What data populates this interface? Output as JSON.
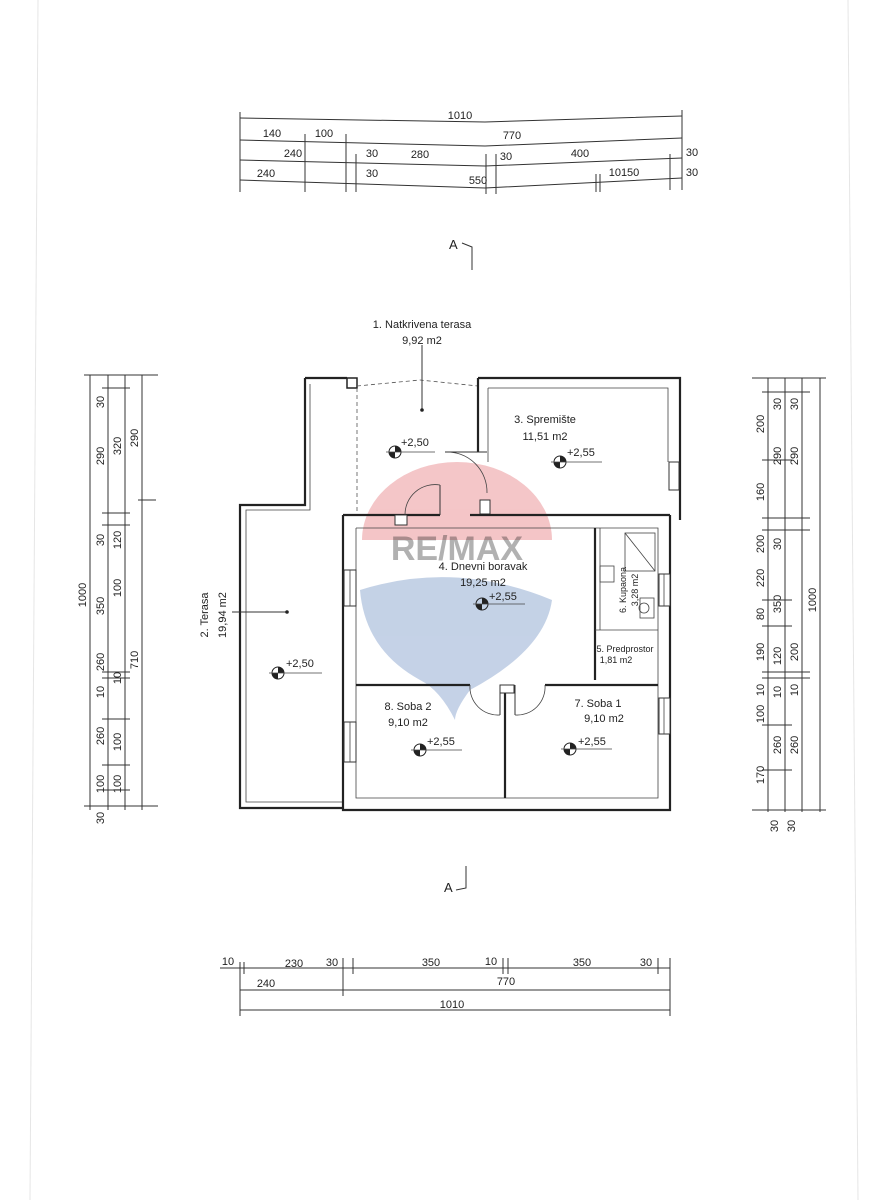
{
  "watermark": {
    "brand": "RE/MAX",
    "color_red": "#d9343a",
    "color_blue": "#2f5fa8"
  },
  "section_marks": {
    "top": "A",
    "bottom": "A"
  },
  "dims_top": {
    "row1": [
      "1010"
    ],
    "row2": [
      "140",
      "100",
      "770"
    ],
    "row3": [
      "240",
      "30",
      "280",
      "30",
      "400",
      "30"
    ],
    "row4": [
      "240",
      "30",
      "550",
      "10150",
      "30"
    ]
  },
  "dims_bottom": {
    "row1": [
      "10",
      "230",
      "30",
      "350",
      "10",
      "350",
      "30"
    ],
    "row2": [
      "240",
      "770"
    ],
    "row3": [
      "1010"
    ]
  },
  "dims_left": {
    "col1": [
      "1000",
      "30"
    ],
    "col2": [
      "30",
      "290",
      "30",
      "350",
      "260",
      "10",
      "260",
      "100"
    ],
    "col3": [
      "320",
      "120",
      "100",
      "10",
      "100",
      "100"
    ],
    "col4": [
      "290",
      "710"
    ]
  },
  "dims_right": {
    "col1": [
      "200",
      "160",
      "200",
      "220",
      "80",
      "190",
      "10",
      "100",
      "170",
      "30",
      "30"
    ],
    "col2": [
      "30",
      "290",
      "30",
      "350",
      "120",
      "10",
      "260"
    ],
    "col3": [
      "30",
      "290",
      "200",
      "10",
      "260"
    ],
    "col4": [
      "1000"
    ]
  },
  "rooms": [
    {
      "name": "1. Natkrivena terasa",
      "area": "9,92 m2",
      "level": "+2,50"
    },
    {
      "name": "2. Terasa",
      "area": "19,94 m2",
      "level": "+2,50"
    },
    {
      "name": "3. Spremište",
      "area": "11,51 m2",
      "level": "+2,55"
    },
    {
      "name": "4. Dnevni boravak",
      "area": "19,25 m2",
      "level": "+2,55"
    },
    {
      "name": "5. Predprostor",
      "area": "1,81 m2"
    },
    {
      "name": "6. Kupaona",
      "area": "3,28 m2"
    },
    {
      "name": "7. Soba 1",
      "area": "9,10 m2",
      "level": "+2,55"
    },
    {
      "name": "8. Soba 2",
      "area": "9,10 m2",
      "level": "+2,55"
    }
  ]
}
